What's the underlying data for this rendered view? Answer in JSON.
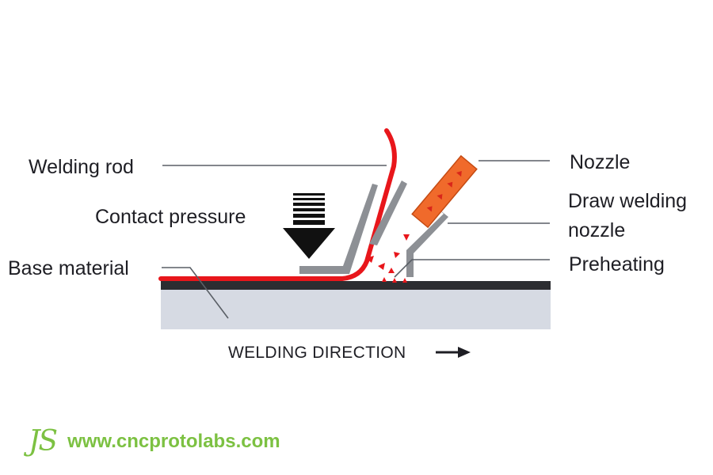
{
  "labels": {
    "welding_rod": "Welding rod",
    "contact_pressure": "Contact pressure",
    "base_material": "Base material",
    "nozzle": "Nozzle",
    "draw_nozzle_line1": "Draw welding",
    "draw_nozzle_line2": "nozzle",
    "preheating": "Preheating",
    "direction": "WELDING DIRECTION"
  },
  "footer": {
    "logo": "JS",
    "url": "www.cncprotolabs.com"
  },
  "colors": {
    "rod": "#e8161b",
    "nozzle": "#f06a2b",
    "shoe": "#8d9095",
    "substrate": "#d6dae3",
    "top_layer": "#2c2d31",
    "brand": "#7cc142"
  },
  "icons": {
    "pressure": "down-arrow-with-stripes-icon",
    "direction": "right-arrow-icon",
    "heat": "small-red-arrows-icon"
  }
}
